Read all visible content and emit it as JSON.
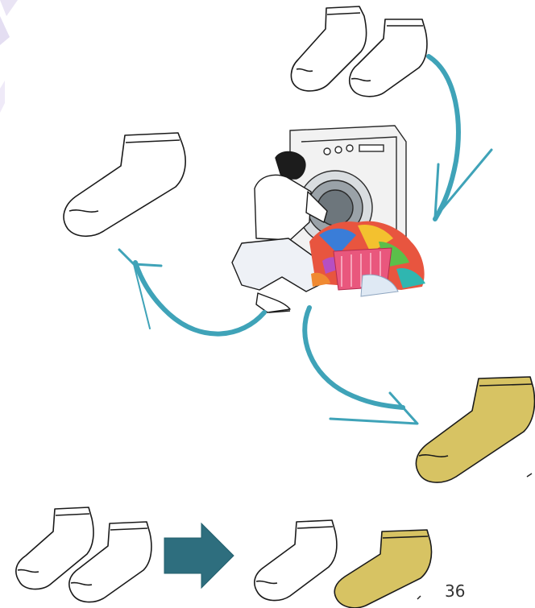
{
  "slide": {
    "page_number": "36",
    "colors": {
      "sock_white": "#ffffff",
      "sock_outline": "#1a1a1a",
      "sock_yellow": "#d7c363",
      "arrow_teal": "#3fa3b8",
      "block_arrow": "#2e6e7e",
      "corner_tab": "#e9e4f4"
    },
    "icons": {
      "sock_pair_top": "pair-of-white-socks",
      "sock_single_left": "single-white-sock",
      "sock_single_right": "single-yellow-sock",
      "laundry_scene": "woman-loading-washing-machine",
      "block_arrow": "right-arrow"
    }
  }
}
